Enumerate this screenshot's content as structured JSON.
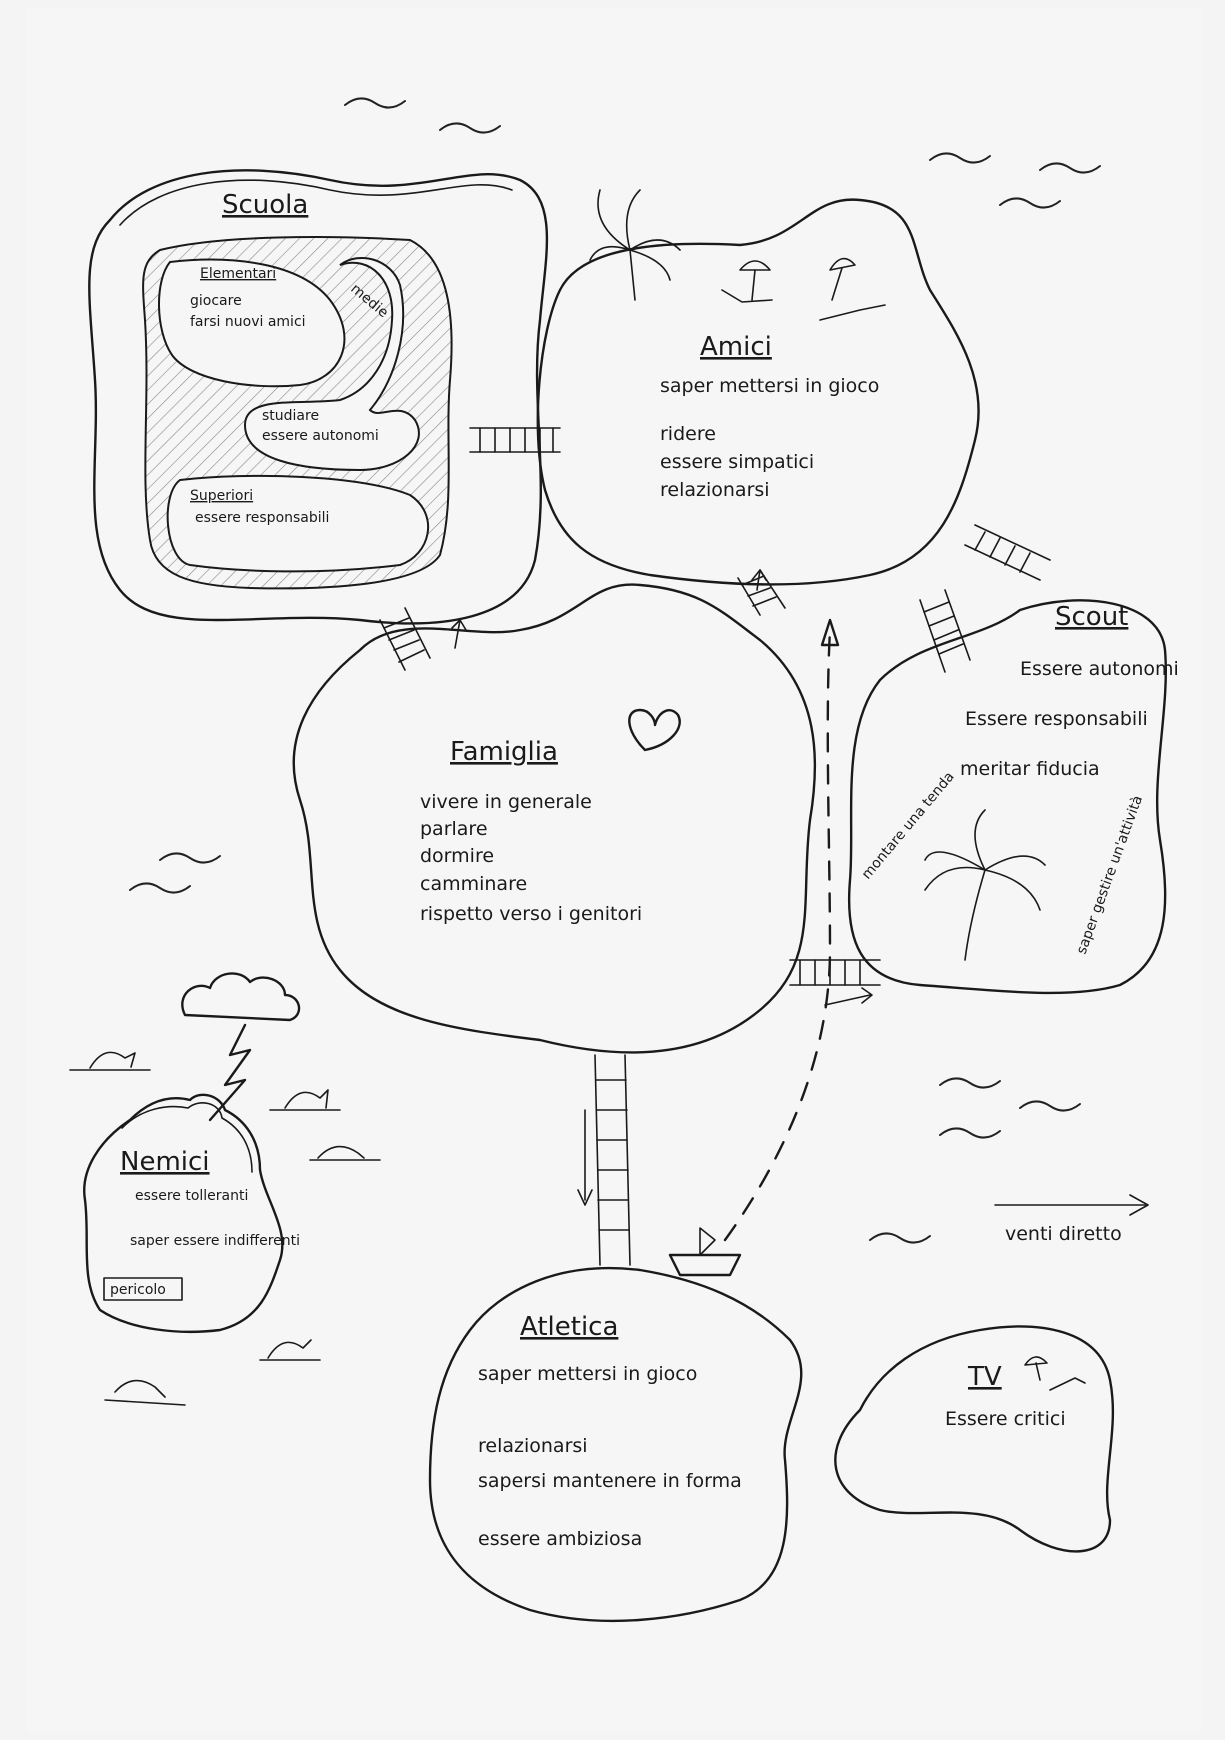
{
  "scuola": {
    "title": "Scuola",
    "elementari": {
      "label": "Elementari",
      "items": [
        "giocare",
        "farsi nuovi amici"
      ]
    },
    "medie": {
      "label": "medie",
      "items": [
        "studiare",
        "essere autonomi"
      ]
    },
    "superiori": {
      "label": "Superiori",
      "items": [
        "essere responsabili"
      ]
    }
  },
  "amici": {
    "title": "Amici",
    "items": [
      "saper mettersi in gioco",
      "ridere",
      "essere simpatici",
      "relazionarsi"
    ]
  },
  "famiglia": {
    "title": "Famiglia",
    "items": [
      "vivere in generale",
      "parlare",
      "dormire",
      "camminare",
      "rispetto verso i genitori"
    ]
  },
  "scout": {
    "title": "Scout",
    "items": [
      "Essere autonomi",
      "Essere responsabili",
      "meritar fiducia",
      "montare una tenda",
      "saper gestire un'attività"
    ]
  },
  "nemici": {
    "title": "Nemici",
    "items": [
      "essere tolleranti",
      "saper essere indifferenti"
    ],
    "sign": "pericolo"
  },
  "atletica": {
    "title": "Atletica",
    "items": [
      "saper mettersi in gioco",
      "relazionarsi",
      "sapersi mantenere in forma",
      "essere ambiziosa"
    ]
  },
  "tv": {
    "title": "TV",
    "items": [
      "Essere critici"
    ]
  },
  "wind": {
    "label": "venti diretto"
  }
}
